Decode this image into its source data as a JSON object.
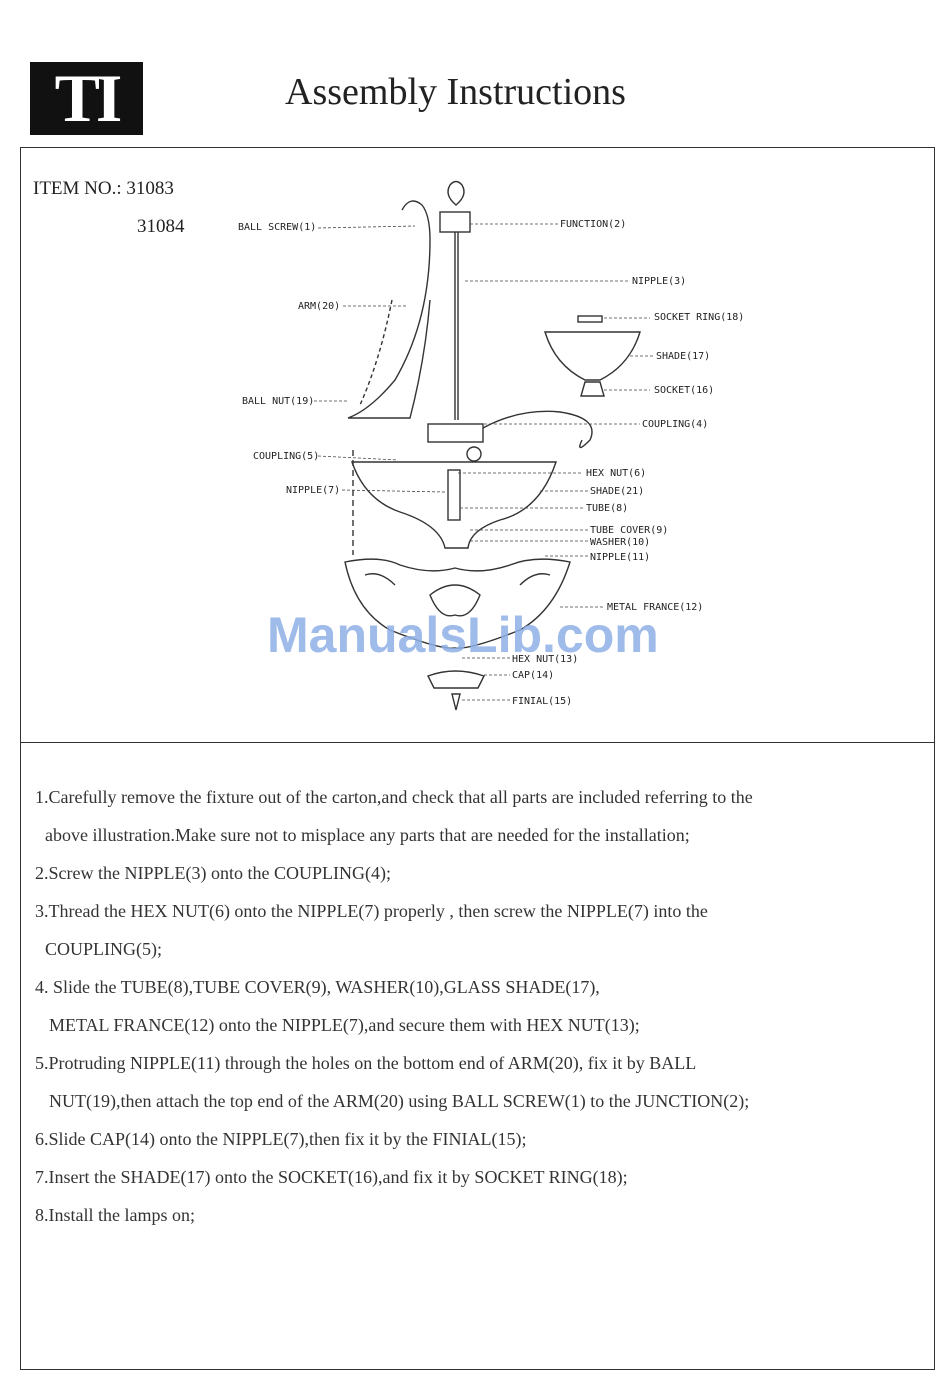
{
  "header": {
    "logo_text": "TI",
    "title": "Assembly Instructions"
  },
  "item": {
    "label": "ITEM NO.: 31083",
    "second": "31084"
  },
  "diagram": {
    "labels": {
      "ball_screw": "BALL SCREW(1)",
      "function": "FUNCTION(2)",
      "nipple3": "NIPPLE(3)",
      "arm": "ARM(20)",
      "socket_ring": "SOCKET RING(18)",
      "shade17": "SHADE(17)",
      "socket16": "SOCKET(16)",
      "ball_nut": "BALL NUT(19)",
      "coupling4": "COUPLING(4)",
      "coupling5": "COUPLING(5)",
      "hex_nut6": "HEX NUT(6)",
      "nipple7": "NIPPLE(7)",
      "shade21": "SHADE(21)",
      "tube8": "TUBE(8)",
      "tube_cover": "TUBE COVER(9)",
      "washer": "WASHER(10)",
      "nipple11": "NIPPLE(11)",
      "metal_france": "METAL FRANCE(12)",
      "hex_nut13": "HEX NUT(13)",
      "cap": "CAP(14)",
      "finial": "FINIAL(15)"
    },
    "watermark": "ManualsLib.com"
  },
  "steps": [
    "1.Carefully remove the fixture out of the carton,and check that all parts are included referring to the",
    "above illustration.Make sure not to misplace any parts that are needed for the installation;",
    "2.Screw the NIPPLE(3) onto the COUPLING(4);",
    "3.Thread the HEX NUT(6) onto the NIPPLE(7) properly , then screw the NIPPLE(7) into the",
    "COUPLING(5);",
    "4. Slide the TUBE(8),TUBE COVER(9), WASHER(10),GLASS SHADE(17),",
    "METAL FRANCE(12) onto the NIPPLE(7),and secure them with HEX NUT(13);",
    "5.Protruding NIPPLE(11) through the holes on the bottom end of ARM(20), fix it by BALL",
    "NUT(19),then attach the top end of the ARM(20) using BALL SCREW(1) to the JUNCTION(2);",
    "6.Slide CAP(14) onto the NIPPLE(7),then fix it by the FINIAL(15);",
    "7.Insert the SHADE(17) onto the  SOCKET(16),and fix it by SOCKET RING(18);",
    "8.Install the lamps on;"
  ]
}
